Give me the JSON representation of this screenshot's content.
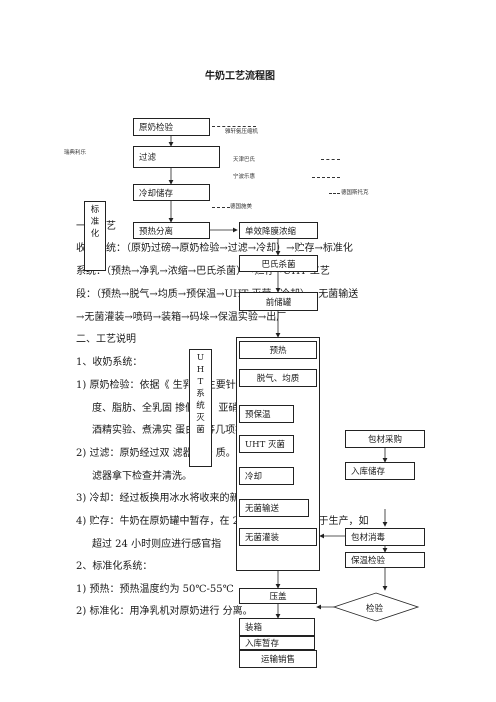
{
  "title": "牛奶工艺流程图",
  "body": {
    "line1": "一、工艺",
    "line2": "收奶系统：（原奶过磅→原奶检验→过滤→冷却）→贮存→标准化",
    "line3": "系统：（预热→净乳→浓缩→巴氏杀菌）→贮存→UHT 工艺",
    "line4": "段：（预热→脱气→均质→预保温→UHT 灭菌→冷却）→无菌输送",
    "line5": "→无菌灌装→喷码→装箱→码垛→保温实验→出厂",
    "line6": "二、工艺说明",
    "line7": "1、收奶系统：",
    "line8": "1)  原奶检验：依据《          生乳》                          主要针对感官、酸",
    "line9": "度、脂肪、全乳固      掺假                    盐、亚硝酸盐）、",
    "line10": "酒精实验、煮沸实      蛋白质等几项指标进行检测。",
    "line11": "2)  过滤：原奶经过双      滤器除去                              质。收完奶后要将过",
    "line12": "滤器拿下检查并清洗。",
    "line13": "3)  冷却：经过板换用冰水将收来的新鲜生乳降温到 1",
    "line14": "4)  贮存：牛奶在原奶罐中暂存，在 24 小时内应尽早用于生产，如",
    "line15": "超过 24 小时则应进行感官指",
    "line16": "2、标准化系统：",
    "line17": "1)  预热：预热温度约为 50℃-55℃",
    "line18": "2)  标准化：用净乳机对原奶进行                分离。"
  },
  "annotations": {
    "a1": "瑞典利乐",
    "a2": "雅轩氨压缩机",
    "a3": "天津巴氏",
    "a4": "宁波乐惠",
    "a5": "德国斯托克",
    "a6": "德国施美"
  },
  "flow": {
    "raw_check": "原奶检验",
    "filter": "过滤",
    "cold_store": "冷却储存",
    "std_vertical": "标准化",
    "preheat_sep": "预热分离",
    "evap": "单效降膜浓缩",
    "pasteur": "巴氏杀菌",
    "pre_tank": "前储罐",
    "preheat": "预热",
    "degas": "脱气、均质",
    "uht_vertical": "UHT系统灭菌",
    "pre_hold": "预保温",
    "uht_steril": "UHT 灭菌",
    "cool": "冷却",
    "aseptic_transfer": "无菌输送",
    "aseptic_fill": "无菌灌装",
    "cap": "压盖",
    "pack": "装箱",
    "warehouse": "入库暂存",
    "ship": "运输销售",
    "pkg_buy": "包材采购",
    "store_in": "入库储存",
    "pkg_disinfect": "包材消毒",
    "hold_test": "保温检验",
    "inspect": "检验"
  }
}
